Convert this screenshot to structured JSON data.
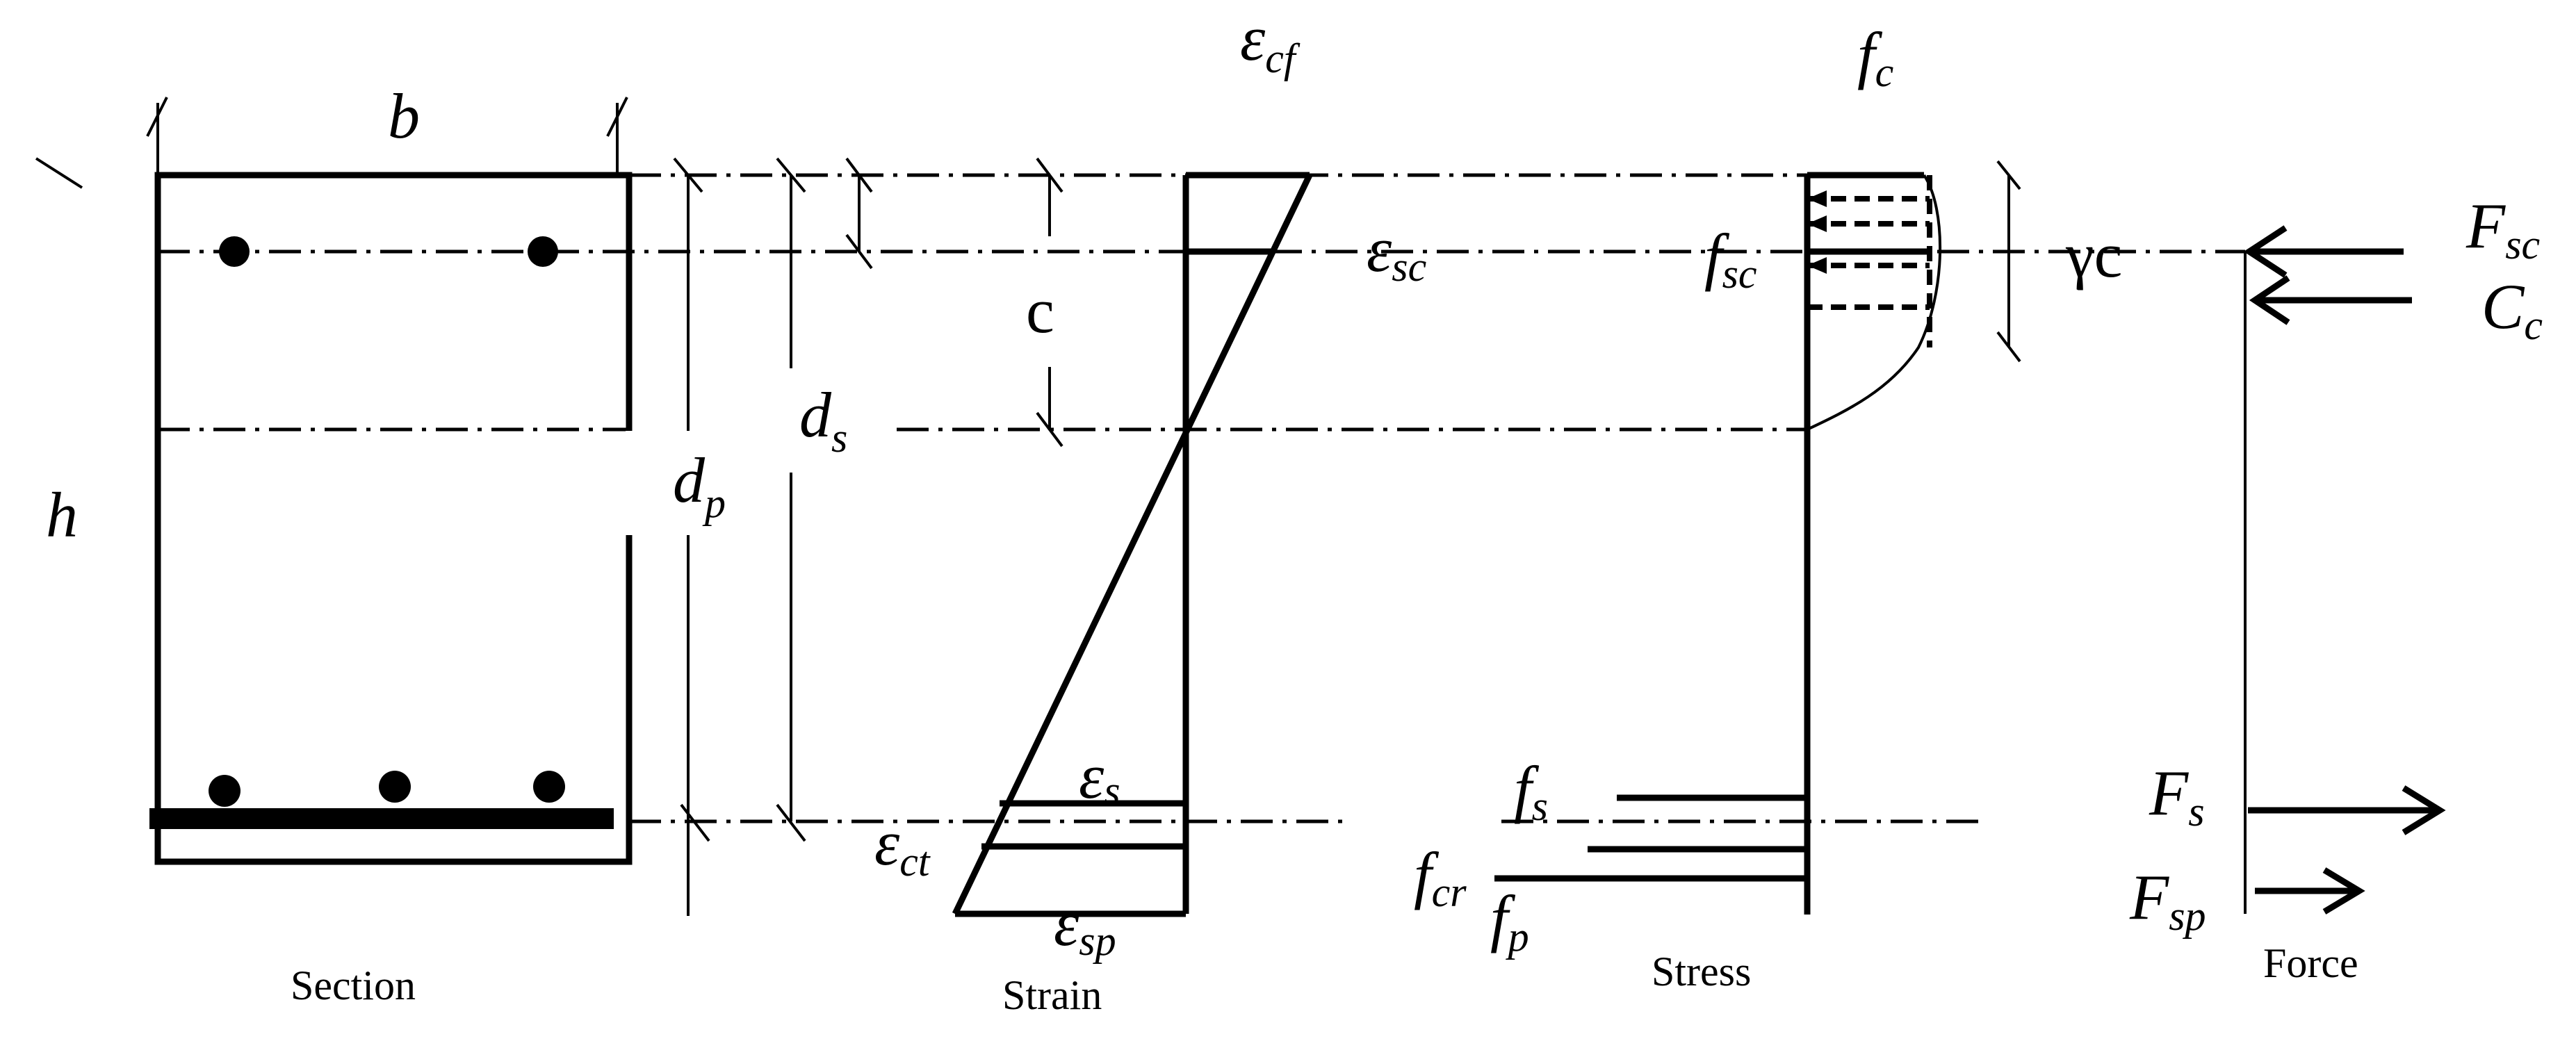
{
  "labels": {
    "b": "b",
    "h": "h",
    "c": "c",
    "ds_main": "d",
    "ds_sub": "s",
    "dp_main": "d",
    "dp_sub": "p",
    "ecf_main": "ε",
    "ecf_sub": "cf",
    "esc_main": "ε",
    "esc_sub": "sc",
    "ect_main": "ε",
    "ect_sub": "ct",
    "es_main": "ε",
    "es_sub": "s",
    "esp_main": "ε",
    "esp_sub": "sp",
    "fc_main": "f",
    "fc_sub": "c",
    "fsc_main": "f",
    "fsc_sub": "sc",
    "fs_main": "f",
    "fs_sub": "s",
    "fcr_main": "f",
    "fcr_sub": "cr",
    "fp_main": "f",
    "fp_sub": "p",
    "gammac": "γc",
    "Fsc_main": "F",
    "Fsc_sub": "sc",
    "Cc_main": "C",
    "Cc_sub": "c",
    "Fs_main": "F",
    "Fs_sub": "s",
    "Fsp_main": "F",
    "Fsp_sub": "sp"
  },
  "captions": {
    "section": "Section",
    "strain": "Strain",
    "stress": "Stress",
    "force": "Force"
  }
}
